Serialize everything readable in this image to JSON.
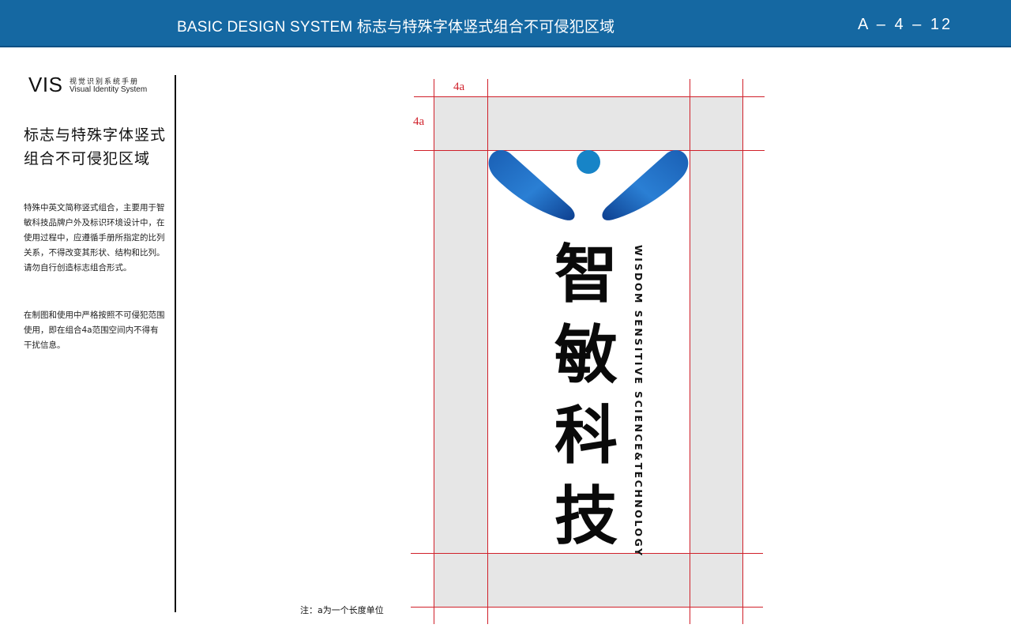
{
  "header": {
    "title": "BASIC DESIGN SYSTEM   标志与特殊字体竖式组合不可侵犯区域",
    "page_code": "A – 4 – 12"
  },
  "brand": {
    "vis": "VIS",
    "vis_cn": "视觉识别系统手册",
    "vis_en": "Visual Identity System"
  },
  "section": {
    "title": "标志与特殊字体竖式组合不可侵犯区域",
    "paragraph1": "特殊中英文简称竖式组合，主要用于智敏科技品牌户外及标识环境设计中，在使用过程中，应遵循手册所指定的比列关系，不得改变其形状、结构和比列。请勿自行创造标志组合形式。",
    "paragraph2": "在制图和使用中严格按照不可侵犯范围使用，即在组合4a范围空间内不得有干扰信息。"
  },
  "diagram": {
    "label_top": "4a",
    "label_left": "4a",
    "wordmark_chars": [
      "智",
      "敏",
      "科",
      "技"
    ],
    "english_name": "WISDOM SENSITIVE SCIENCE&TECHNOLOGY",
    "note": "注：a为一个长度单位",
    "colors": {
      "guide_red": "#d0202a",
      "zone_gray": "#e6e6e6",
      "brand_blue": "#1a5fb4",
      "dot_blue": "#1784c7",
      "header_blue": "#1568a2"
    }
  }
}
